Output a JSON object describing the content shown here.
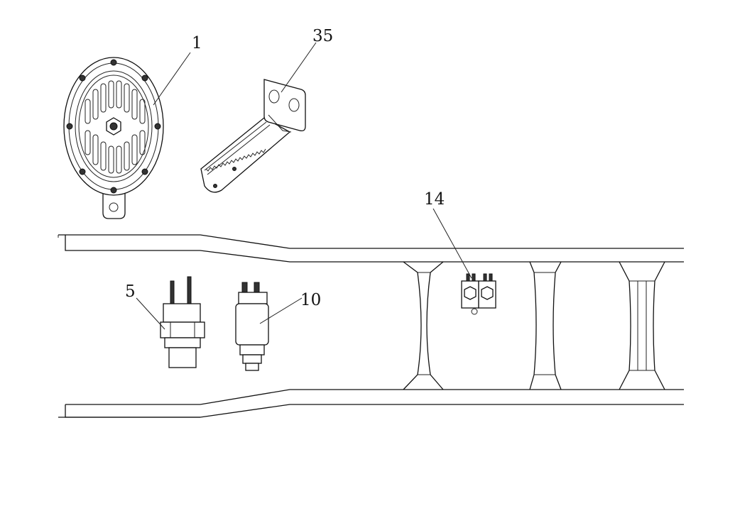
{
  "diagram": {
    "callouts": [
      {
        "id": "horn",
        "label": "1"
      },
      {
        "id": "bracket",
        "label": "35"
      },
      {
        "id": "solenoid-valve",
        "label": "14"
      },
      {
        "id": "pressure-switch",
        "label": "5"
      },
      {
        "id": "pressure-sensor",
        "label": "10"
      }
    ]
  }
}
